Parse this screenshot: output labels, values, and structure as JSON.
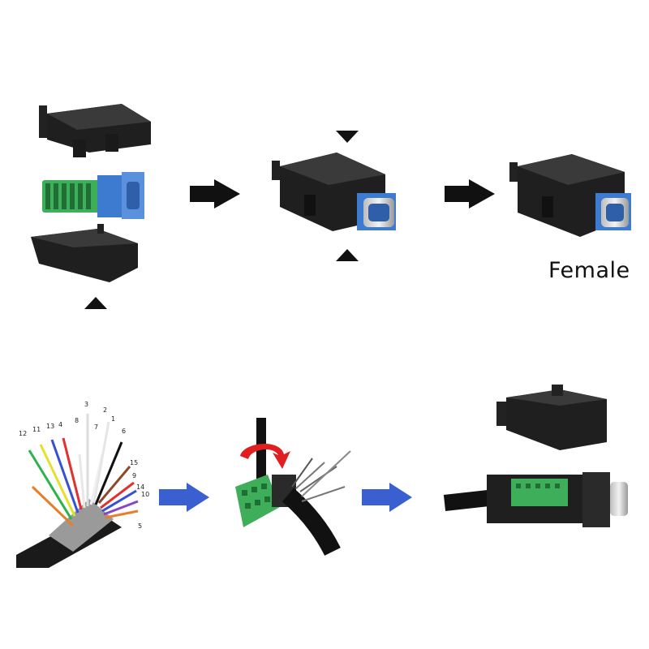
{
  "label": {
    "female": "Female"
  },
  "colors": {
    "housing": "#1c1c1c",
    "terminal_green": "#3fae5a",
    "connector_blue": "#3d7bd0",
    "flow_arrow_blue": "#3a5fd0",
    "rotate_arrow_red": "#e02020"
  },
  "wire_numbers": [
    "12",
    "11",
    "13",
    "4",
    "8",
    "3",
    "7",
    "2",
    "1",
    "6",
    "15",
    "9",
    "14",
    "10",
    "5"
  ],
  "icons": [
    "up-triangle-icon",
    "down-triangle-icon",
    "right-arrow-icon",
    "blue-right-arrow-icon",
    "rotate-arrow-icon"
  ]
}
